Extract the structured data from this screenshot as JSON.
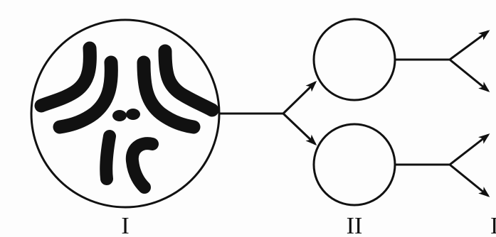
{
  "labels": {
    "stage_1": "I",
    "stage_2": "II",
    "stage_3": "I"
  },
  "colors": {
    "ink": "#111111",
    "background": "#fdfdfd"
  }
}
